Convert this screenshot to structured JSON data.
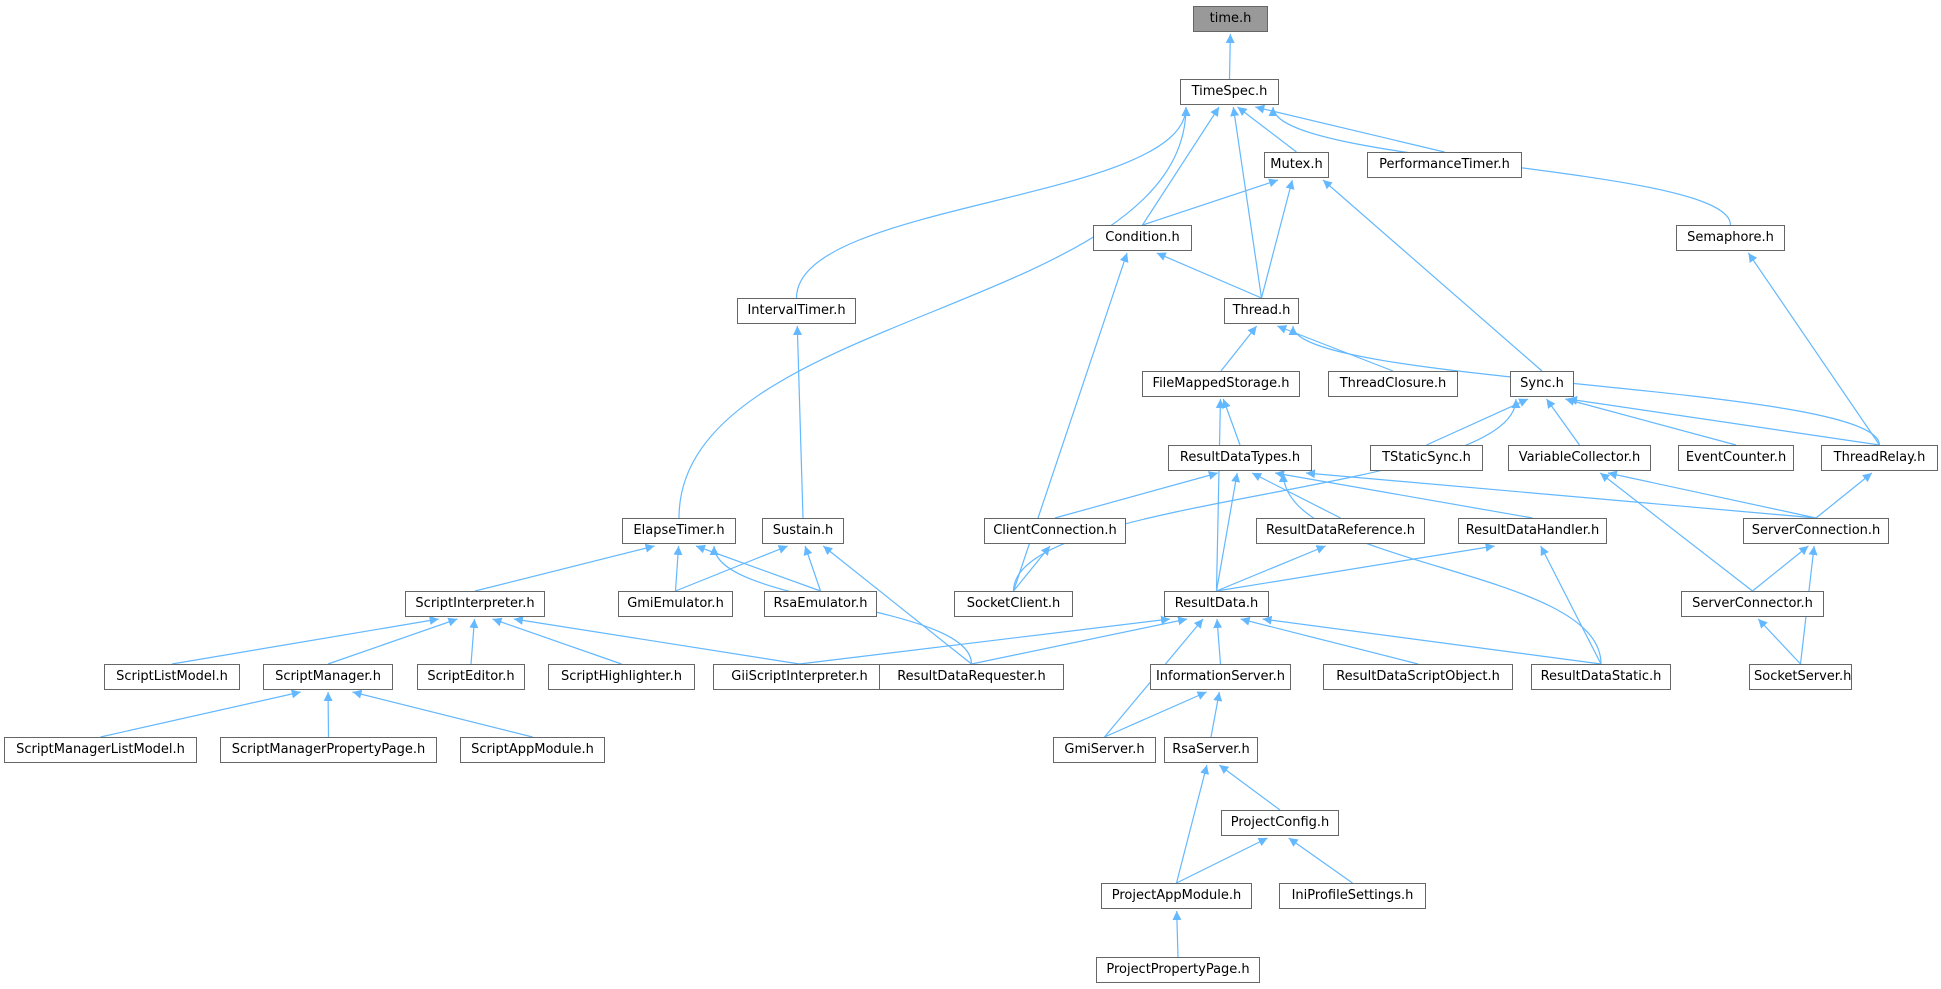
{
  "colors": {
    "edge": "#63b8ff",
    "node_border": "#666666",
    "node_fill": "#ffffff",
    "root_fill": "#999999",
    "text": "#000000"
  },
  "nodes": [
    {
      "id": "time",
      "label": "time.h",
      "root": true
    },
    {
      "id": "timespec",
      "label": "TimeSpec.h"
    },
    {
      "id": "mutex",
      "label": "Mutex.h"
    },
    {
      "id": "perftimer",
      "label": "PerformanceTimer.h"
    },
    {
      "id": "condition",
      "label": "Condition.h"
    },
    {
      "id": "semaphore",
      "label": "Semaphore.h"
    },
    {
      "id": "intervaltimer",
      "label": "IntervalTimer.h"
    },
    {
      "id": "thread",
      "label": "Thread.h"
    },
    {
      "id": "filemapped",
      "label": "FileMappedStorage.h"
    },
    {
      "id": "threadclosure",
      "label": "ThreadClosure.h"
    },
    {
      "id": "sync",
      "label": "Sync.h"
    },
    {
      "id": "resultdatatypes",
      "label": "ResultDataTypes.h"
    },
    {
      "id": "tstaticsync",
      "label": "TStaticSync.h"
    },
    {
      "id": "variablecollector",
      "label": "VariableCollector.h"
    },
    {
      "id": "eventcounter",
      "label": "EventCounter.h"
    },
    {
      "id": "threadrelay",
      "label": "ThreadRelay.h"
    },
    {
      "id": "elapsetimer",
      "label": "ElapseTimer.h"
    },
    {
      "id": "sustain",
      "label": "Sustain.h"
    },
    {
      "id": "clientconnection",
      "label": "ClientConnection.h"
    },
    {
      "id": "resultdatareference",
      "label": "ResultDataReference.h"
    },
    {
      "id": "resultdatahandler",
      "label": "ResultDataHandler.h"
    },
    {
      "id": "serverconnection",
      "label": "ServerConnection.h"
    },
    {
      "id": "scriptinterpreter",
      "label": "ScriptInterpreter.h"
    },
    {
      "id": "gmiemulator",
      "label": "GmiEmulator.h"
    },
    {
      "id": "rsaemulator",
      "label": "RsaEmulator.h"
    },
    {
      "id": "socketclient",
      "label": "SocketClient.h"
    },
    {
      "id": "resultdata",
      "label": "ResultData.h"
    },
    {
      "id": "serverconnector",
      "label": "ServerConnector.h"
    },
    {
      "id": "scriptlistmodel",
      "label": "ScriptListModel.h"
    },
    {
      "id": "scriptmanager",
      "label": "ScriptManager.h"
    },
    {
      "id": "scripteditor",
      "label": "ScriptEditor.h"
    },
    {
      "id": "scripthighlighter",
      "label": "ScriptHighlighter.h"
    },
    {
      "id": "giiscriptinterpreter",
      "label": "GiiScriptInterpreter.h"
    },
    {
      "id": "resultdatarequester",
      "label": "ResultDataRequester.h"
    },
    {
      "id": "informationserver",
      "label": "InformationServer.h"
    },
    {
      "id": "resultdatascriptobject",
      "label": "ResultDataScriptObject.h"
    },
    {
      "id": "resultdatastatic",
      "label": "ResultDataStatic.h"
    },
    {
      "id": "socketserver",
      "label": "SocketServer.h"
    },
    {
      "id": "scriptmanagerlistmodel",
      "label": "ScriptManagerListModel.h"
    },
    {
      "id": "scriptmanagerpropertypage",
      "label": "ScriptManagerPropertyPage.h"
    },
    {
      "id": "scriptappmodule",
      "label": "ScriptAppModule.h"
    },
    {
      "id": "gmiserver",
      "label": "GmiServer.h"
    },
    {
      "id": "rsaserver",
      "label": "RsaServer.h"
    },
    {
      "id": "projectconfig",
      "label": "ProjectConfig.h"
    },
    {
      "id": "projectappmodule",
      "label": "ProjectAppModule.h"
    },
    {
      "id": "iniprofilesettings",
      "label": "IniProfileSettings.h"
    },
    {
      "id": "projectpropertypage",
      "label": "ProjectPropertyPage.h"
    }
  ],
  "edges": [
    [
      "time",
      "timespec"
    ],
    [
      "timespec",
      "mutex"
    ],
    [
      "timespec",
      "perftimer"
    ],
    [
      "timespec",
      "condition"
    ],
    [
      "timespec",
      "semaphore"
    ],
    [
      "timespec",
      "intervaltimer"
    ],
    [
      "timespec",
      "thread"
    ],
    [
      "timespec",
      "elapsetimer"
    ],
    [
      "mutex",
      "condition"
    ],
    [
      "mutex",
      "thread"
    ],
    [
      "mutex",
      "sync"
    ],
    [
      "condition",
      "thread"
    ],
    [
      "condition",
      "socketclient"
    ],
    [
      "semaphore",
      "threadrelay"
    ],
    [
      "intervaltimer",
      "sustain"
    ],
    [
      "thread",
      "filemapped"
    ],
    [
      "thread",
      "threadclosure"
    ],
    [
      "thread",
      "threadrelay"
    ],
    [
      "filemapped",
      "resultdatatypes"
    ],
    [
      "filemapped",
      "resultdata"
    ],
    [
      "sync",
      "tstaticsync"
    ],
    [
      "sync",
      "variablecollector"
    ],
    [
      "sync",
      "eventcounter"
    ],
    [
      "sync",
      "threadrelay"
    ],
    [
      "sync",
      "socketclient"
    ],
    [
      "resultdatatypes",
      "clientconnection"
    ],
    [
      "resultdatatypes",
      "resultdatareference"
    ],
    [
      "resultdatatypes",
      "resultdatahandler"
    ],
    [
      "resultdatatypes",
      "serverconnection"
    ],
    [
      "resultdatatypes",
      "resultdata"
    ],
    [
      "resultdatatypes",
      "resultdatastatic"
    ],
    [
      "variablecollector",
      "serverconnection"
    ],
    [
      "variablecollector",
      "serverconnector"
    ],
    [
      "threadrelay",
      "serverconnection"
    ],
    [
      "elapsetimer",
      "scriptinterpreter"
    ],
    [
      "elapsetimer",
      "gmiemulator"
    ],
    [
      "elapsetimer",
      "rsaemulator"
    ],
    [
      "elapsetimer",
      "resultdatarequester"
    ],
    [
      "sustain",
      "gmiemulator"
    ],
    [
      "sustain",
      "rsaemulator"
    ],
    [
      "sustain",
      "resultdatarequester"
    ],
    [
      "clientconnection",
      "socketclient"
    ],
    [
      "resultdatareference",
      "resultdata"
    ],
    [
      "resultdatahandler",
      "resultdata"
    ],
    [
      "resultdatahandler",
      "resultdatastatic"
    ],
    [
      "serverconnection",
      "serverconnector"
    ],
    [
      "serverconnection",
      "socketserver"
    ],
    [
      "scriptinterpreter",
      "scriptlistmodel"
    ],
    [
      "scriptinterpreter",
      "scriptmanager"
    ],
    [
      "scriptinterpreter",
      "scripteditor"
    ],
    [
      "scriptinterpreter",
      "scripthighlighter"
    ],
    [
      "scriptinterpreter",
      "giiscriptinterpreter"
    ],
    [
      "resultdata",
      "giiscriptinterpreter"
    ],
    [
      "resultdata",
      "resultdatarequester"
    ],
    [
      "resultdata",
      "informationserver"
    ],
    [
      "resultdata",
      "resultdatascriptobject"
    ],
    [
      "resultdata",
      "resultdatastatic"
    ],
    [
      "resultdata",
      "gmiserver"
    ],
    [
      "serverconnector",
      "socketserver"
    ],
    [
      "scriptmanager",
      "scriptmanagerlistmodel"
    ],
    [
      "scriptmanager",
      "scriptmanagerpropertypage"
    ],
    [
      "scriptmanager",
      "scriptappmodule"
    ],
    [
      "informationserver",
      "gmiserver"
    ],
    [
      "informationserver",
      "rsaserver"
    ],
    [
      "rsaserver",
      "projectconfig"
    ],
    [
      "rsaserver",
      "projectappmodule"
    ],
    [
      "projectconfig",
      "projectappmodule"
    ],
    [
      "projectconfig",
      "iniprofilesettings"
    ],
    [
      "projectappmodule",
      "projectpropertypage"
    ]
  ]
}
